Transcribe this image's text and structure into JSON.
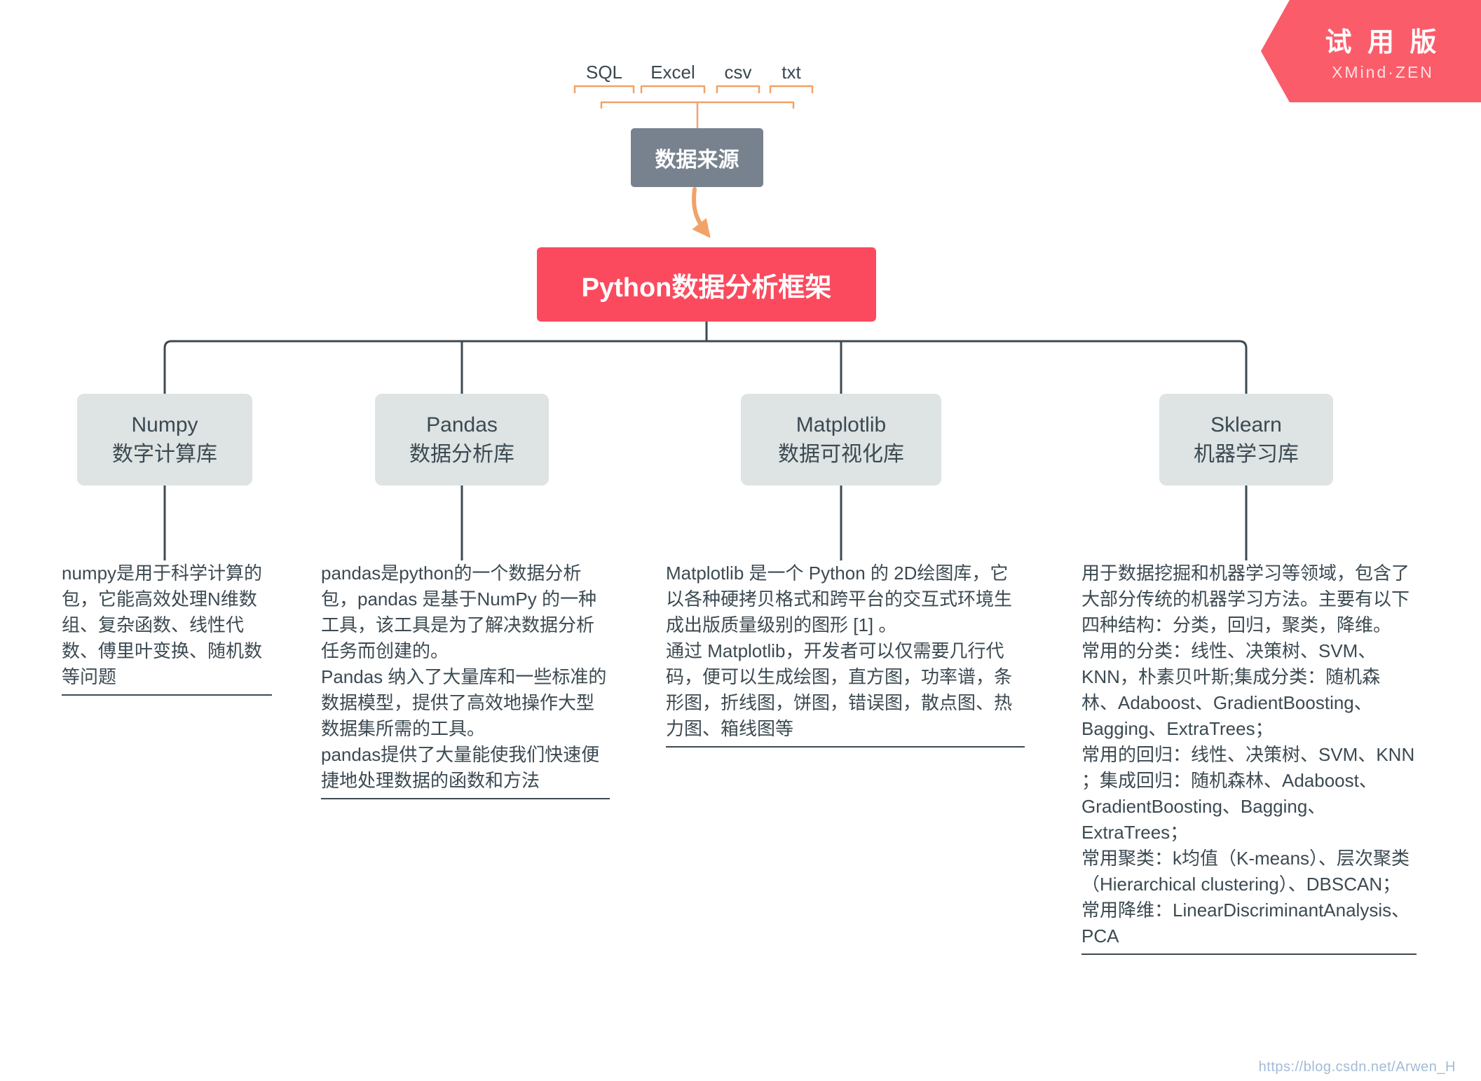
{
  "badge": {
    "title": "试 用 版",
    "subtitle": "XMind·ZEN"
  },
  "sources": {
    "items": [
      "SQL",
      "Excel",
      "csv",
      "txt"
    ],
    "node_label": "数据来源"
  },
  "root": {
    "label": "Python数据分析框架"
  },
  "branches": [
    {
      "name": "Numpy",
      "subtitle": "数字计算库",
      "description": "numpy是用于科学计算的包，它能高效处理N维数组、复杂函数、线性代数、傅里叶变换、随机数等问题"
    },
    {
      "name": "Pandas",
      "subtitle": "数据分析库",
      "description": "pandas是python的一个数据分析包，pandas 是基于NumPy 的一种工具，该工具是为了解决数据分析任务而创建的。\nPandas 纳入了大量库和一些标准的数据模型，提供了高效地操作大型数据集所需的工具。\npandas提供了大量能使我们快速便捷地处理数据的函数和方法"
    },
    {
      "name": "Matplotlib",
      "subtitle": "数据可视化库",
      "description": "Matplotlib 是一个 Python 的 2D绘图库，它以各种硬拷贝格式和跨平台的交互式环境生成出版质量级别的图形 [1] 。\n通过 Matplotlib，开发者可以仅需要几行代码，便可以生成绘图，直方图，功率谱，条形图，折线图，饼图，错误图，散点图、热力图、箱线图等"
    },
    {
      "name": "Sklearn",
      "subtitle": "机器学习库",
      "description": "用于数据挖掘和机器学习等领域，包含了大部分传统的机器学习方法。主要有以下四种结构：分类，回归，聚类，降维。\n常用的分类：线性、决策树、SVM、KNN，朴素贝叶斯;集成分类：随机森林、Adaboost、GradientBoosting、Bagging、ExtraTrees；\n常用的回归：线性、决策树、SVM、KNN ；集成回归：随机森林、Adaboost、GradientBoosting、Bagging、ExtraTrees；\n常用聚类：k均值（K-means）、层次聚类（Hierarchical clustering）、DBSCAN；\n常用降维：LinearDiscriminantAnalysis、PCA"
    }
  ],
  "watermark": "https://blog.csdn.net/Arwen_H",
  "colors": {
    "root_bg": "#fb4a5e",
    "source_bg": "#78828f",
    "branch_bg": "#dee3e3",
    "connector_line": "#3d4a52",
    "bracket_line": "#f2a268",
    "badge_bg": "#fb5c6a",
    "watermark_text": "#a2bbd6"
  }
}
